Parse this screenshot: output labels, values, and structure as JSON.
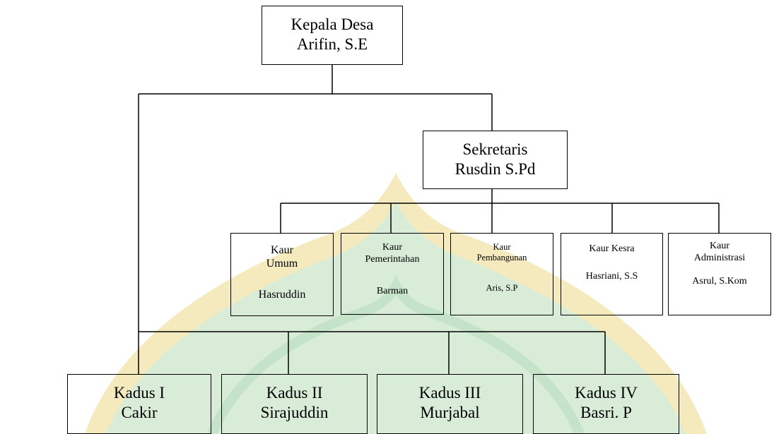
{
  "colors": {
    "line": "#000000",
    "watermark_green": "#d6ecd8",
    "watermark_gold": "#f3e6b3"
  },
  "head": {
    "title": "Kepala Desa",
    "name": "Arifin, S.E"
  },
  "secretary": {
    "title": "Sekretaris",
    "name": "Rusdin S.Pd"
  },
  "kaur": [
    {
      "title_1": "Kaur",
      "title_2": "Umum",
      "name": "Hasruddin"
    },
    {
      "title_1": "Kaur",
      "title_2": "Pemerintahan",
      "name": "Barman"
    },
    {
      "title_1": "Kaur",
      "title_2": "Pembangunan",
      "name": "Aris, S.P"
    },
    {
      "title_1": "Kaur Kesra",
      "title_2": "",
      "name": "Hasriani, S.S"
    },
    {
      "title_1": "Kaur",
      "title_2": "Administrasi",
      "name": "Asrul, S.Kom"
    }
  ],
  "kadus": [
    {
      "title": "Kadus I",
      "name": "Cakir"
    },
    {
      "title": "Kadus II",
      "name": "Sirajuddin"
    },
    {
      "title": "Kadus III",
      "name": "Murjabal"
    },
    {
      "title": "Kadus IV",
      "name": "Basri. P"
    }
  ]
}
